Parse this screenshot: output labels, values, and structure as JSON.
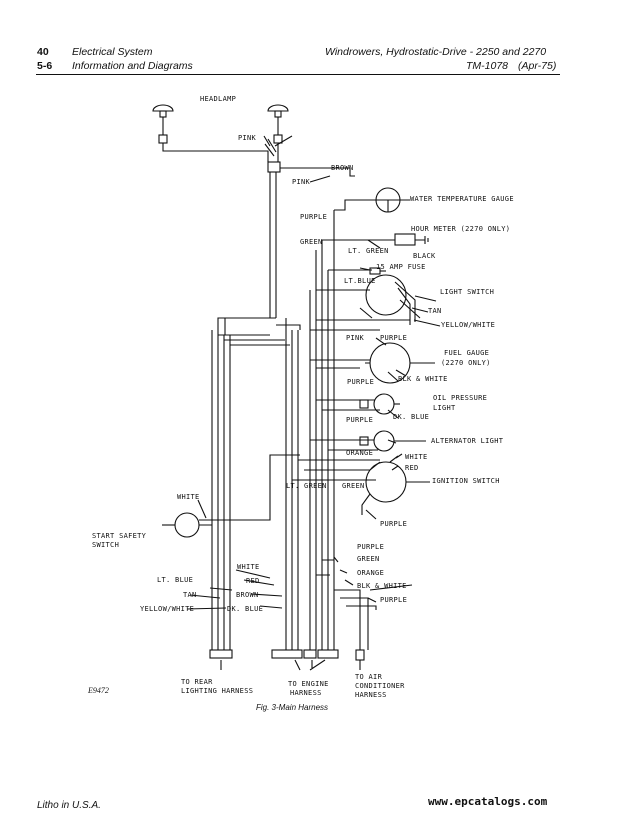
{
  "header": {
    "page_number": "40",
    "section_number": "5-6",
    "section_title": "Electrical System",
    "section_subtitle": "Information and Diagrams",
    "manual_title": "Windrowers, Hydrostatic-Drive - 2250 and 2270",
    "manual_code": "TM-1078",
    "manual_date": "(Apr-75)"
  },
  "diagram": {
    "labels": {
      "headlamp": "HEADLAMP",
      "pink_top": "PINK",
      "brown_top": "BROWN",
      "pink_connector": "PINK",
      "water_temp_gauge": "WATER TEMPERATURE GAUGE",
      "purple_1": "PURPLE",
      "hour_meter": "HOUR METER (2270 ONLY)",
      "green_1": "GREEN",
      "lt_green_1": "LT. GREEN",
      "black": "BLACK",
      "fuse": "15 AMP FUSE",
      "lt_blue_1": "LT.BLUE",
      "light_switch": "LIGHT SWITCH",
      "tan_1": "TAN",
      "yellow_white_1": "YELLOW/WHITE",
      "pink_2": "PINK",
      "purple_2": "PURPLE",
      "fuel_gauge_1": "FUEL GAUGE",
      "fuel_gauge_2": "(2270 ONLY)",
      "purple_3": "PURPLE",
      "blk_white_1": "BLK & WHITE",
      "oil_pressure_1": "OIL PRESSURE",
      "oil_pressure_2": "LIGHT",
      "dk_blue_1": "DK. BLUE",
      "purple_4": "PURPLE",
      "alternator_light": "ALTERNATOR LIGHT",
      "orange_1": "ORANGE",
      "white_1": "WHITE",
      "red_1": "RED",
      "lt_green_2": "LT. GREEN",
      "green_2": "GREEN",
      "ignition_switch": "IGNITION SWITCH",
      "white_2": "WHITE",
      "start_safety_1": "START SAFETY",
      "start_safety_2": "SWITCH",
      "purple_5": "PURPLE",
      "purple_6": "PURPLE",
      "green_3": "GREEN",
      "white_3": "WHITE",
      "orange_2": "ORANGE",
      "red_2": "RED",
      "blk_white_2": "BLK & WHITE",
      "lt_blue_2": "LT. BLUE",
      "brown_2": "BROWN",
      "purple_7": "PURPLE",
      "tan_2": "TAN",
      "dk_blue_2": "DK. BLUE",
      "yellow_white_2": "YELLOW/WHITE",
      "rear_1": "TO REAR",
      "rear_2": "LIGHTING HARNESS",
      "engine_1": "TO ENGINE",
      "engine_2": "HARNESS",
      "ac_1": "TO AIR",
      "ac_2": "CONDITIONER",
      "ac_3": "HARNESS",
      "fig_code": "E9472",
      "caption": "Fig. 3-Main Harness"
    }
  },
  "footer": {
    "litho": "Litho in U.S.A.",
    "website": "www.epcatalogs.com"
  }
}
